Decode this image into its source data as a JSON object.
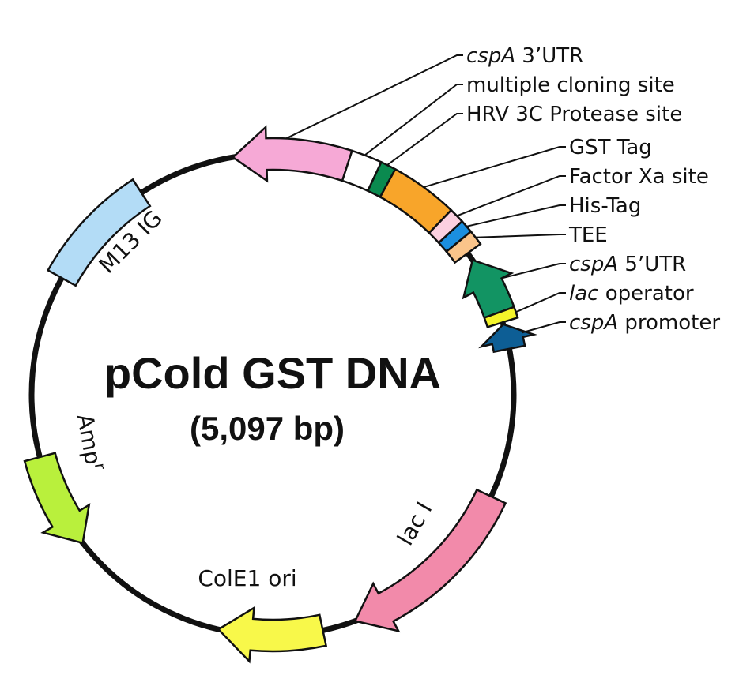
{
  "plasmid": {
    "name": "pCold GST DNA",
    "size": "(5,097 bp)"
  },
  "features": [
    {
      "id": "m13ig",
      "label": "M13 IG",
      "color": "#b3dcf6"
    },
    {
      "id": "ampr",
      "label": "Amp",
      "label_sup": "r",
      "color": "#b9f03c"
    },
    {
      "id": "cole1",
      "label": "ColE1 ori",
      "color": "#f8f84a"
    },
    {
      "id": "laci",
      "label": "lac I",
      "color": "#f28aaa"
    },
    {
      "id": "cspa3utr",
      "color": "#f6a9d6"
    },
    {
      "id": "mcs",
      "color": "#ffffff"
    },
    {
      "id": "hrv3c",
      "color": "#0a8a4f"
    },
    {
      "id": "gsttag",
      "color": "#f8a52a"
    },
    {
      "id": "factorxa",
      "color": "#fbd0e0"
    },
    {
      "id": "histag",
      "color": "#1b8fe0"
    },
    {
      "id": "tee",
      "color": "#fac48a"
    },
    {
      "id": "cspa5utr",
      "color": "#129463"
    },
    {
      "id": "lacop",
      "color": "#f4f42a"
    },
    {
      "id": "cspaprom",
      "color": "#0d5e95"
    }
  ],
  "callouts": [
    {
      "id": "cspa3utr",
      "italic": "cspA",
      "rest": " 3’UTR"
    },
    {
      "id": "mcs",
      "italic": "",
      "rest": "multiple cloning site"
    },
    {
      "id": "hrv3c",
      "italic": "",
      "rest": "HRV 3C Protease site"
    },
    {
      "id": "gsttag",
      "italic": "",
      "rest": "GST Tag"
    },
    {
      "id": "factorxa",
      "italic": "",
      "rest": "Factor Xa site"
    },
    {
      "id": "histag",
      "italic": "",
      "rest": "His-Tag"
    },
    {
      "id": "tee",
      "italic": "",
      "rest": "TEE"
    },
    {
      "id": "cspa5utr",
      "italic": "cspA",
      "rest": " 5’UTR"
    },
    {
      "id": "lacop",
      "italic": "lac",
      "rest": " operator"
    },
    {
      "id": "cspaprom",
      "italic": "cspA",
      "rest": " promoter"
    }
  ]
}
